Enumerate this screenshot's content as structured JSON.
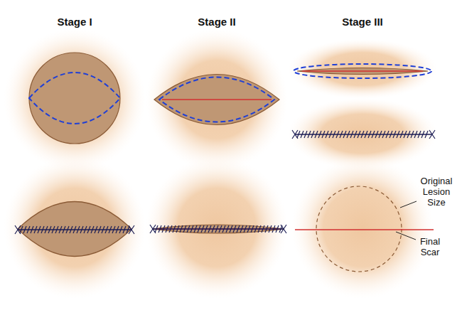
{
  "diagram": {
    "labels": [
      "Stage I",
      "Stage II",
      "Stage III",
      "Original Lesion Size",
      "Final Scar"
    ]
  }
}
